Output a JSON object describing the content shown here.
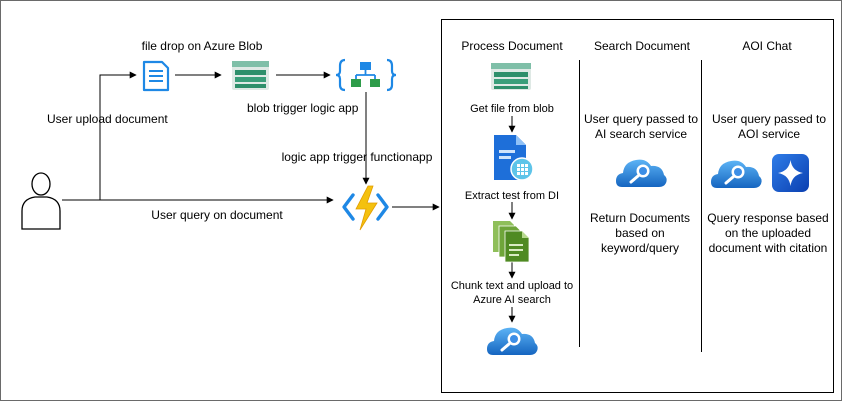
{
  "labels": {
    "file_drop": "file drop on Azure Blob",
    "user_upload": "User upload document",
    "blob_trigger": "blob trigger logic app",
    "logic_app_trigger": "logic app trigger functionapp",
    "user_query": "User query on document"
  },
  "columns": {
    "process": {
      "title": "Process Document",
      "steps": [
        "Get file from blob",
        "Extract test from DI",
        "Chunk text and upload to",
        "Azure AI search"
      ]
    },
    "search": {
      "title": "Search Document",
      "query_lines": [
        "User query passed to",
        "AI search service"
      ],
      "return_lines": [
        "Return Documents",
        "based on",
        "keyword/query"
      ]
    },
    "chat": {
      "title": "AOI Chat",
      "query_lines": [
        "User query passed to",
        "AOI service"
      ],
      "response_lines": [
        "Query response based",
        "on the uploaded",
        "document with citation"
      ]
    }
  },
  "icons": {
    "user": "user-icon",
    "document": "document-icon",
    "storage": "storage-account-icon",
    "logic_app": "logic-app-icon",
    "function_app": "function-app-icon",
    "form_recognizer": "document-intelligence-icon",
    "files": "files-icon",
    "search": "cognitive-search-icon",
    "openai": "azure-openai-icon"
  },
  "colors": {
    "border": "#000000",
    "azure_blue": "#1e88e5",
    "storage_green": "#2e8f6b",
    "function_yellow": "#f4c10f",
    "files_green": "#5d9c2d"
  }
}
